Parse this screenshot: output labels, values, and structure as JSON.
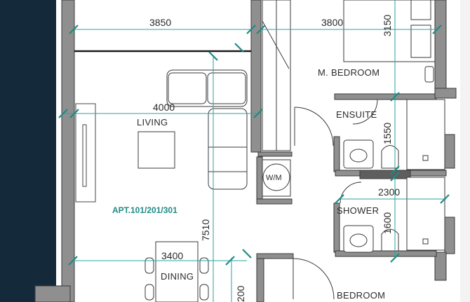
{
  "colors": {
    "background_panel": "#142a3a",
    "wall": "#8f8f8f",
    "wall_outline": "#3a3a3a",
    "dimension_line": "#2aa39c",
    "apartment_label": "#1f8a84"
  },
  "rooms": {
    "master_bedroom": "M. BEDROOM",
    "ensuite": "ENSUITE",
    "living": "LIVING",
    "shower": "SHOWER",
    "dining": "DINING",
    "bedroom": "BEDROOM",
    "washing_machine": "W/M"
  },
  "apartment_label": "APT.101/201/301",
  "dimensions": {
    "d3850": "3850",
    "d3800": "3800",
    "d3150": "3150",
    "d4000": "4000",
    "d1550": "1550",
    "d2300": "2300",
    "d1600": "1600",
    "d7510": "7510",
    "d3400": "3400",
    "d_partial": "200"
  }
}
